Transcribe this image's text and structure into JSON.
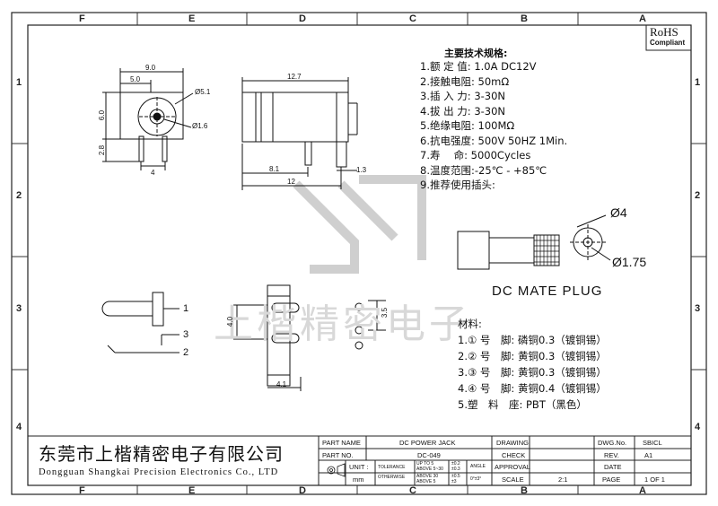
{
  "zones": {
    "top": [
      "F",
      "E",
      "D",
      "C",
      "B",
      "A"
    ],
    "bottom": [
      "F",
      "E",
      "D",
      "C",
      "B",
      "A"
    ],
    "left": [
      "1",
      "2",
      "3",
      "4"
    ],
    "right": [
      "1",
      "2",
      "3",
      "4"
    ]
  },
  "rohs": {
    "line1": "RoHS",
    "line2": "Compliant"
  },
  "specs": {
    "title": "主要技术规格:",
    "items": [
      "1.额 定 值: 1.0A DC12V",
      "2.接触电阻: 50mΩ",
      "3.插 入 力: 3-30N",
      "4.拔 出 力: 3-30N",
      "5.绝缘电阻: 100MΩ",
      "6.抗电强度: 500V 50HZ 1Min.",
      "7.寿　 命: 5000Cycles",
      "8.温度范围:-25℃ - +85℃",
      "9.推荐使用插头:"
    ]
  },
  "materials": {
    "title": "材料:",
    "items": [
      "1.① 号　脚: 磷铜0.3（镀铜锡）",
      "2.② 号　脚: 黄铜0.3（镀铜锡）",
      "3.③ 号　脚: 黄铜0.3（镀铜锡）",
      "4.④ 号　脚: 黄铜0.4（镀铜锡）",
      "5.塑　料　座: PBT（黑色）"
    ]
  },
  "plug": {
    "label": "DC MATE PLUG",
    "dia_large": "Ø4",
    "dia_small": "Ø1.75"
  },
  "front_view_dims": {
    "width": "9.0",
    "half": "5.0",
    "height": "6.0",
    "pin_height": "2.8",
    "pin_pitch": "4",
    "dia_outer": "Ø5.1",
    "dia_pin": "Ø1.6"
  },
  "side_view_dims": {
    "length": "12.7",
    "pin_offset": "8.1",
    "total": "12",
    "pin_width": "1.3"
  },
  "pcb_dims": {
    "height": "4.0",
    "pitch": "3.5",
    "width": "4.1"
  },
  "pins": {
    "p1": "1",
    "p2": "2",
    "p3": "3"
  },
  "watermark": "上楷精密电子",
  "company": {
    "cn": "东莞市上楷精密电子有限公司",
    "en": "Dongguan Shangkai Precision Electronics Co., LTD"
  },
  "title_block": {
    "part_name_label": "PART NAME",
    "part_name": "DC POWER JACK",
    "part_no_label": "PART NO.",
    "part_no": "DC-049",
    "unit_label": "UNIT :",
    "unit": "mm",
    "tolerance_label": "TOLERANCE",
    "otherwise_label": "OTHERWISE",
    "tol_rows": [
      "UP TO 5",
      "ABOVE 5~30",
      "ABOVE 30",
      "ABOVE 5"
    ],
    "tol_values": [
      "±0.2",
      "±0.3",
      "±0.5",
      "±3"
    ],
    "angle_label": "ANGLE",
    "angle_value": "0°±3°",
    "drawing_label": "DRAWING",
    "check_label": "CHECK",
    "approval_label": "APPROVAL",
    "scale_label": "SCALE",
    "scale": "2:1",
    "dwg_label": "DWG.No.",
    "dwg": "SBICL",
    "rev_label": "REV.",
    "rev": "A1",
    "date_label": "DATE",
    "date": "",
    "page_label": "PAGE",
    "page": "1 OF 1"
  }
}
